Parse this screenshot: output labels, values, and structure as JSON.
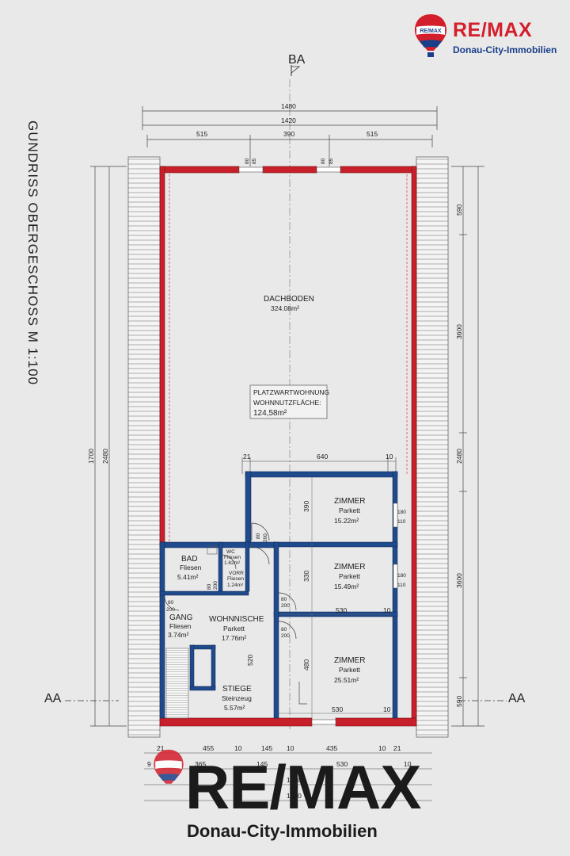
{
  "title": "GUNDRISS OBERGESCHOSS   M 1:100",
  "section_marks": {
    "top": "BA",
    "left": "AA",
    "right": "AA"
  },
  "dimensions": {
    "top_total": "1480",
    "top_inner": "1420",
    "top_segments": [
      "515",
      "390",
      "515"
    ],
    "window_a": [
      "80",
      "85"
    ],
    "window_b": [
      "80",
      "85"
    ],
    "left_outer": "1700",
    "left_inner": "2480",
    "right_upper": "590",
    "right_mid1": "3600",
    "right_mid2": "2480",
    "right_mid3": "3600",
    "right_lower": "590",
    "apt_top_left": "21",
    "apt_top_width": "640",
    "apt_top_right": "10",
    "zimmer_h1": "390",
    "zimmer_h2": "330",
    "zimmer_h3": "480",
    "zimmer_win1": [
      "180",
      "110"
    ],
    "zimmer_win2": [
      "180",
      "110"
    ],
    "zimmer_width1": "530",
    "zimmer_width1_right": "10",
    "zimmer_width2": "530",
    "zimmer_width2_right": "10",
    "wn_height": "520",
    "door_80_200": [
      "80",
      "200"
    ],
    "bottom_row1": [
      "21",
      "455",
      "10",
      "145",
      "10",
      "435",
      "10",
      "21"
    ],
    "bottom_row2": [
      "9",
      "365",
      "145",
      "530",
      "10"
    ],
    "bottom_row3": "1420",
    "bottom_row4": "1480"
  },
  "rooms": [
    {
      "name": "DACHBODEN",
      "area": "324.08m²"
    },
    {
      "name": "ZIMMER",
      "floor": "Parkett",
      "area": "15.22m²"
    },
    {
      "name": "ZIMMER",
      "floor": "Parkett",
      "area": "15.49m²"
    },
    {
      "name": "ZIMMER",
      "floor": "Parkett",
      "area": "25.51m²"
    },
    {
      "name": "BAD",
      "floor": "Fliesen",
      "area": "5.41m²"
    },
    {
      "name": "WC",
      "floor": "Fliesen",
      "area": "1.62m²"
    },
    {
      "name": "VORR",
      "floor": "Fliesen",
      "area": "1.24m²"
    },
    {
      "name": "GANG",
      "floor": "Fliesen",
      "area": "3.74m²"
    },
    {
      "name": "WOHNNISCHE",
      "floor": "Parkett",
      "area": "17.76m²"
    },
    {
      "name": "STIEGE",
      "floor": "Steinzeug",
      "area": "5.57m²"
    }
  ],
  "apartment_note": [
    "PLATZWARTWOHNUNG",
    "WOHNNUTZFLÄCHE:",
    "124,58m²"
  ],
  "logo": {
    "brand": "RE/MAX",
    "sub": "Donau-City-Immobilien",
    "balloon_text": "RE/MAX"
  },
  "watermark": {
    "brand": "RE/MAX",
    "sub": "Donau-City-Immobilien"
  },
  "colors": {
    "outer_wall": "#c8202a",
    "apartment_wall": "#1f4a8c",
    "background": "#e9e9e9"
  }
}
